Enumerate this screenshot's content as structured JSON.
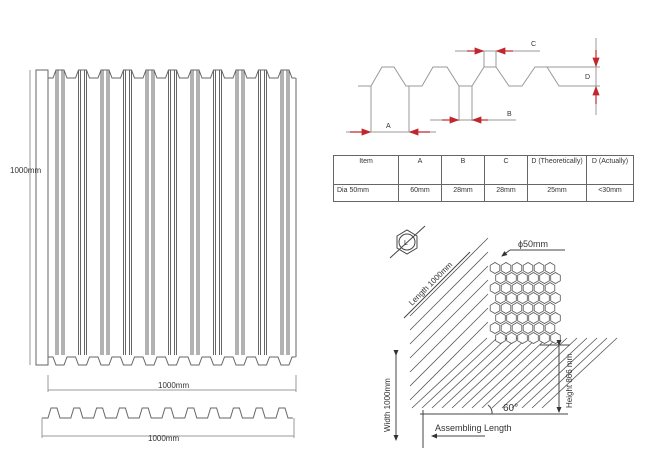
{
  "sheet": {
    "height_label": "1000mm",
    "width_label": "1000mm",
    "profile_width_label": "1000mm"
  },
  "profile_dims": {
    "a": "A",
    "b": "B",
    "c": "C",
    "d": "D"
  },
  "table": {
    "headers": [
      "Item",
      "A",
      "B",
      "C",
      "D (Theoretically)",
      "D (Actually)"
    ],
    "row": [
      "Dia 50mm",
      "60mm",
      "28mm",
      "28mm",
      "25mm",
      "<30mm"
    ]
  },
  "assembly": {
    "hex_label": "L",
    "diameter": "ϕ50mm",
    "length": "Length 1000mm",
    "width": "Width 1000mm",
    "height": "Height 866 mm",
    "angle": "60°",
    "assembling": "Assembling Length"
  },
  "colors": {
    "arrow": "#c0282d",
    "line": "#555555"
  }
}
